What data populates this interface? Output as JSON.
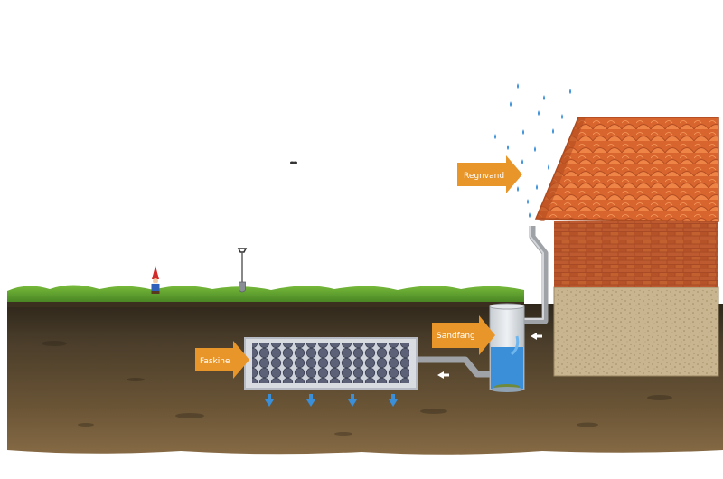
{
  "labels": {
    "rain": "Regnvand",
    "sand_trap": "Sandfang",
    "soakaway": "Faskine"
  },
  "colors": {
    "label_arrow": "#e8962a",
    "water": "#3a8fd8",
    "grass": "#5fa52c",
    "soil_top": "#3e3424",
    "soil_bottom": "#7a5f3e",
    "brick": "#b5552c",
    "roof_tile": "#e0703a",
    "foundation": "#c8b48e",
    "pipe": "#a9a9a9",
    "soakaway_cells": "#5d6177"
  },
  "icons": [
    "raindrop-icon",
    "garden-gnome-icon",
    "spade-icon",
    "butterfly-icon",
    "flow-arrow-icon",
    "seepage-arrow-icon"
  ]
}
